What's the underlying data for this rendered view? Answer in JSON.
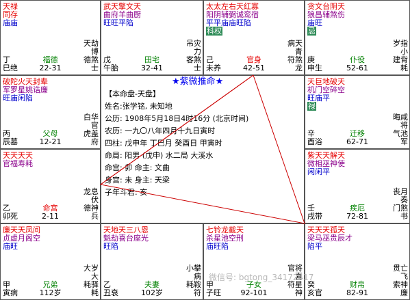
{
  "palaces": [
    {
      "stars": [
        [
          "天禄",
          "red"
        ],
        [
          "同存",
          null
        ]
      ],
      "pal_text": [
        "庙庙"
      ],
      "stem": [
        "丁",
        "巳"
      ],
      "life": [
        "绝",
        ""
      ],
      "name": "福德",
      "range": "22-31",
      "right": [
        "天劫博",
        "德煞士"
      ]
    },
    {
      "stars": [
        [
          "武天擎文天",
          "red"
        ],
        [
          "曲府羊曲厨",
          "purple"
        ]
      ],
      "pal_text": [
        "旺旺平陷"
      ],
      "stem": [
        "戊",
        "午"
      ],
      "life": [
        "胎",
        ""
      ],
      "name": "田宅",
      "range": "32-41",
      "right": [
        "吊灾力",
        "客煞士"
      ]
    },
    {
      "stars": [
        [
          "太太左右天红寡",
          "red"
        ],
        [
          "阳阴辅弼诚鸾宿",
          "purple"
        ]
      ],
      "pal_text": [
        "平平庙庙旺陷"
      ],
      "hl": "科权",
      "stem": [
        "己",
        "未"
      ],
      "life": [
        "养",
        ""
      ],
      "name": "官身",
      "name_red": true,
      "range": "42-51",
      "right": [
        "病天青",
        "符煞龙"
      ]
    },
    {
      "stars": [
        [
          "贪文台阴天",
          "red"
        ],
        [
          "狼昌辅煞伤",
          "purple"
        ]
      ],
      "pal_text": [
        "庙旺"
      ],
      "hl": "忌",
      "stem": [
        "庚",
        "申"
      ],
      "life": [
        "生",
        ""
      ],
      "name": "仆役",
      "range": "52-61",
      "right": [
        "岁指小",
        "建背耗"
      ]
    },
    {
      "stars": [
        [
          "破陀火天封辈",
          "red"
        ],
        [
          "军罗星姚诰廉",
          "purple"
        ]
      ],
      "pal_text": [
        "旺庙闲陷"
      ],
      "stem": [
        "丙",
        "辰"
      ],
      "life": [
        "墓",
        ""
      ],
      "name": "父母",
      "range": "12-21",
      "right": [
        "白华官",
        "虎盖府"
      ]
    },
    {
      "stars": [
        [
          "天巨地破天",
          "red"
        ],
        [
          "机门空碎空",
          "purple"
        ]
      ],
      "pal_text": [
        "旺庙平"
      ],
      "hl": "禄",
      "stem": [
        "辛",
        "酉"
      ],
      "life": [
        "浴",
        ""
      ],
      "name": "迁移",
      "range": "62-71",
      "right": [
        "晦咸将",
        "气池军"
      ]
    },
    {
      "stars": [
        [
          "天天天天",
          "red"
        ],
        [
          "官福寿耗",
          "purple"
        ]
      ],
      "pal_text": [],
      "stem": [
        "乙",
        "卯"
      ],
      "life": [
        "死",
        ""
      ],
      "name": "命宫",
      "name_red": true,
      "range": "2-11",
      "right": [
        "龙息伏",
        "德神兵"
      ]
    },
    {
      "stars": [
        [
          "紫天天解天",
          "red"
        ],
        [
          "微相巫神使",
          "purple"
        ]
      ],
      "pal_text": [
        "闲闲平"
      ],
      "stem": [
        "壬",
        "戌"
      ],
      "life": [
        "带",
        ""
      ],
      "name": "疾厄",
      "range": "72-81",
      "right": [
        "丧月奏",
        "门煞书"
      ]
    },
    {
      "stars": [
        [
          "廉天天凤间",
          "red"
        ],
        [
          "贞虚月阁空",
          "purple"
        ]
      ],
      "pal_text": [
        "庙旺"
      ],
      "stem": [
        "甲",
        "寅"
      ],
      "life": [
        "病",
        ""
      ],
      "name": "兄弟",
      "range": "112岁",
      "right": [
        "大岁大",
        "耗驿耗"
      ]
    },
    {
      "stars": [
        [
          "天地天三八恩",
          "red"
        ],
        [
          "魁劫喜台座光",
          "purple"
        ]
      ],
      "pal_text": [
        "旺陷"
      ],
      "stem": [
        "乙",
        "丑"
      ],
      "life": [
        "衰",
        ""
      ],
      "name": "夫妻",
      "range": "102岁",
      "right": [
        "小攀病",
        "耗鞍符"
      ]
    },
    {
      "stars": [
        [
          "七铃龙截天",
          "red"
        ],
        [
          "杀星池空刑",
          "purple"
        ]
      ],
      "pal_text": [
        "庙旺陷"
      ],
      "stem": [
        "甲",
        "子"
      ],
      "life": [
        "旺",
        ""
      ],
      "name": "子女",
      "range": "92-101",
      "right": [
        "官将喜",
        "符星神"
      ]
    },
    {
      "stars": [
        [
          "天天天孤天",
          "red"
        ],
        [
          "梁马巫贵辰才",
          "purple"
        ]
      ],
      "pal_text": [
        "陷平"
      ],
      "stem": [
        "癸",
        "亥"
      ],
      "life": [
        "官",
        ""
      ],
      "name": "财帛",
      "range": "82-91",
      "right": [
        "贯亡飞",
        "索神廉"
      ]
    }
  ],
  "center": {
    "title": "★紫微推命★",
    "lines": [
      "【本命盘-天盘】",
      "姓名:张学铭, 未知地",
      "公历: 1908年5月18日4时16分 (北京时间)",
      "农历: 一九〇八年四月十九日寅时",
      "四柱: 戊申年  丁巳月  癸酉日  甲寅时",
      "命局: 阳男 (戊申)    水二局  大溪水",
      "命宫: 卯        命主: 文曲",
      "身宫: 未        身主: 天梁",
      "子年斗君: 亥"
    ]
  },
  "watermark": "微信号: bgtong_34172417",
  "colors": {
    "red": "#e60000",
    "purple": "#8b008b",
    "blue": "#0000cc",
    "green": "#008000",
    "line": "#cc0000"
  }
}
